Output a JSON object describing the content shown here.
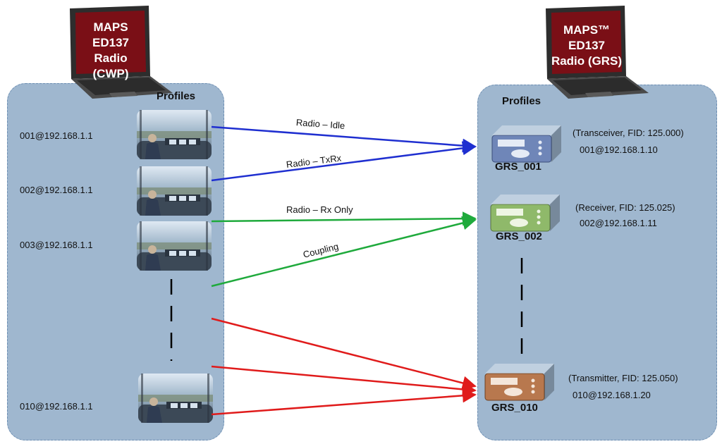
{
  "cwp": {
    "laptop_title_line1": "MAPS ED137",
    "laptop_title_line2": "Radio (CWP)",
    "profiles_title": "Profiles",
    "profiles": [
      {
        "address": "001@192.168.1.1"
      },
      {
        "address": "002@192.168.1.1"
      },
      {
        "address": "003@192.168.1.1"
      },
      {
        "address": "010@192.168.1.1"
      }
    ]
  },
  "grs": {
    "laptop_title_line1": "MAPS™ ED137",
    "laptop_title_line2": "Radio (GRS)",
    "profiles_title": "Profiles",
    "devices": [
      {
        "name": "GRS_001",
        "info": "(Transceiver,  FID: 125.000)",
        "address": "001@192.168.1.10",
        "color": "#6f86b8"
      },
      {
        "name": "GRS_002",
        "info": "(Receiver,  FID: 125.025)",
        "address": "002@192.168.1.11",
        "color": "#8fb96a"
      },
      {
        "name": "GRS_010",
        "info": "(Transmitter, FID: 125.050)",
        "address": "010@192.168.1.20",
        "color": "#b8784e"
      }
    ]
  },
  "connections": [
    {
      "label": "Radio – Idle",
      "color": "#1f2fd0"
    },
    {
      "label": "Radio – TxRx",
      "color": "#1f2fd0"
    },
    {
      "label": "Radio – Rx Only",
      "color": "#1faa3c"
    },
    {
      "label": "Coupling",
      "color": "#1faa3c"
    },
    {
      "label": "",
      "color": "#e01b1b"
    },
    {
      "label": "",
      "color": "#e01b1b"
    },
    {
      "label": "",
      "color": "#e01b1b"
    }
  ]
}
